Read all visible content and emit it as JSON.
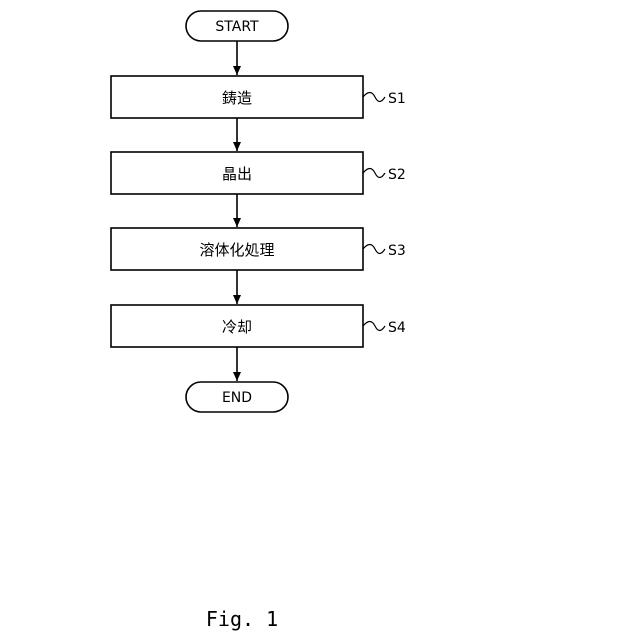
{
  "flowchart": {
    "start_label": "START",
    "end_label": "END",
    "steps": [
      {
        "label": "鋳造",
        "ref": "S1"
      },
      {
        "label": "晶出",
        "ref": "S2"
      },
      {
        "label": "溶体化処理",
        "ref": "S3"
      },
      {
        "label": "冷却",
        "ref": "S4"
      }
    ]
  },
  "figure": {
    "caption": "Fig. 1"
  }
}
